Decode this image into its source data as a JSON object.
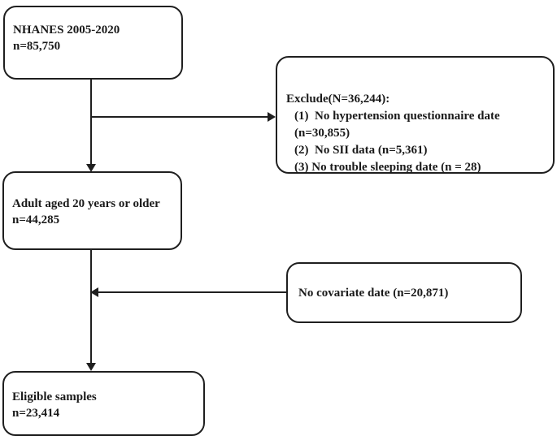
{
  "diagram": {
    "title": "NHANES participant selection flowchart",
    "colors": {
      "border": "#1f1f1f",
      "background": "#ffffff",
      "text": "#1a1a1a"
    },
    "boxes": {
      "nhanes": {
        "line1": "NHANES 2005-2020",
        "line2": "n=85,750"
      },
      "exclude": {
        "title": "Exclude(N=36,244):",
        "items": [
          "(1)  No hypertension questionnaire date (n=30,855)",
          "(2)  No SII data (n=5,361)",
          "(3) No trouble sleeping date (n = 28)"
        ]
      },
      "adult": {
        "line1": "Adult aged 20 years or older",
        "line2": "n=44,285"
      },
      "covariate": {
        "line1": "No covariate date (n=20,871)"
      },
      "eligible": {
        "line1": "Eligible samples",
        "line2": "n=23,414"
      }
    },
    "connectors": [
      {
        "from": "nhanes",
        "to": "adult",
        "direction": "down"
      },
      {
        "from": "nhanes-adult-line",
        "to": "exclude",
        "direction": "right"
      },
      {
        "from": "adult",
        "to": "eligible",
        "direction": "down"
      },
      {
        "from": "covariate",
        "to": "adult-eligible-line",
        "direction": "left"
      }
    ]
  }
}
